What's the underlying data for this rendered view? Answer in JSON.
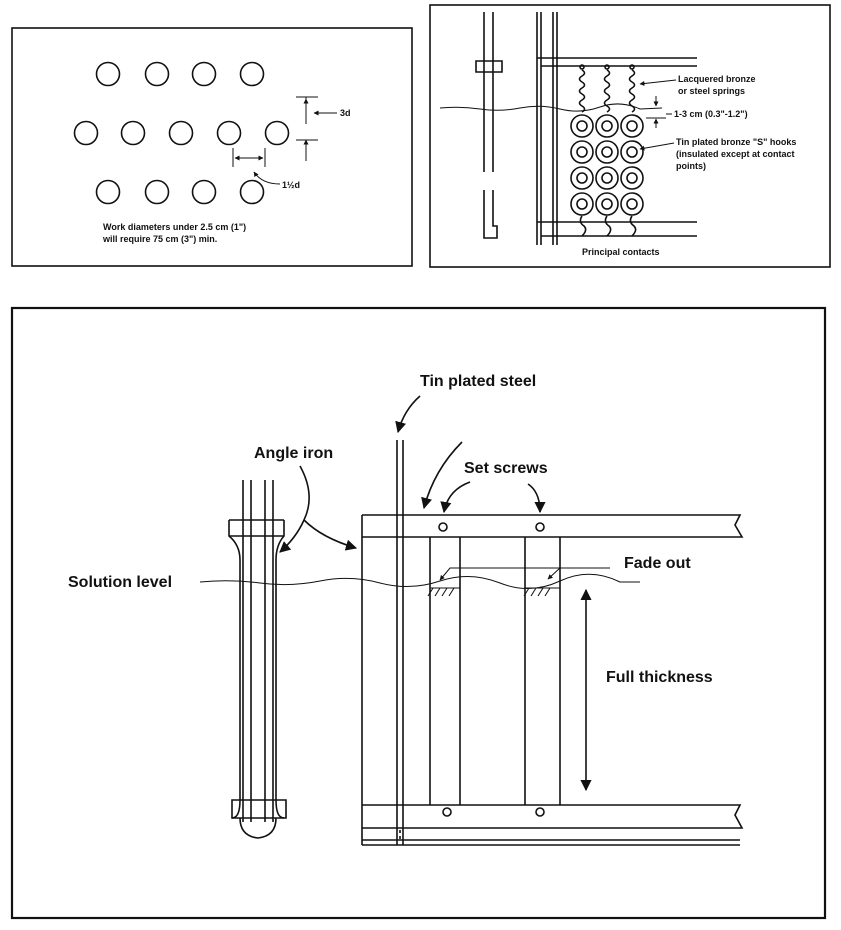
{
  "panel_spacing": {
    "label_3d": "3d",
    "label_1half_d": "1½d",
    "note_line1": "Work diameters under 2.5 cm (1\")",
    "note_line2": "will require 75 cm (3\") min."
  },
  "panel_hooks": {
    "springs_line1": "Lacquered bronze",
    "springs_line2": "or steel springs",
    "gap_label": "1-3 cm (0.3\"-1.2\")",
    "hooks_line1": "Tin plated bronze \"S\" hooks",
    "hooks_line2": "(insulated except at contact",
    "hooks_line3": "points)",
    "contacts_label": "Principal contacts"
  },
  "panel_rack": {
    "tin_plated_steel": "Tin plated steel",
    "angle_iron": "Angle iron",
    "set_screws": "Set screws",
    "fade_out": "Fade out",
    "solution_level": "Solution level",
    "full_thickness": "Full thickness"
  }
}
